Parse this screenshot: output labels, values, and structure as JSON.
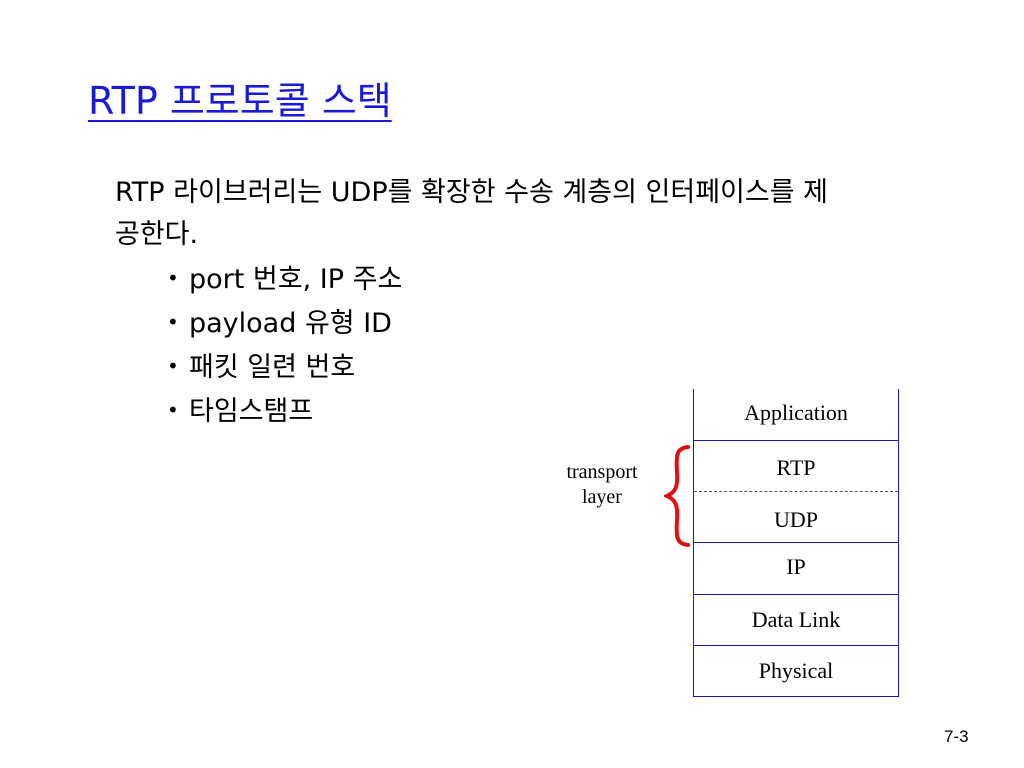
{
  "slide": {
    "title": "RTP 프로토콜 스택",
    "intro": {
      "part1": "RTP 라이브러리는 ",
      "udp": "UDP",
      "part2": "를 확장한 수송 계층의 인터페이스를 제공한다."
    },
    "bullets": [
      "port 번호, IP 주소",
      "payload 유형 ID",
      "패킷 일련 번호",
      "타임스탬프"
    ],
    "page_number": "7-3"
  },
  "diagram": {
    "side_label": "transport layer",
    "layers": [
      "Application",
      "RTP",
      "UDP",
      "IP",
      "Data Link",
      "Physical"
    ],
    "brace_color": "#e01010",
    "line_color": "#1a1aa8"
  }
}
